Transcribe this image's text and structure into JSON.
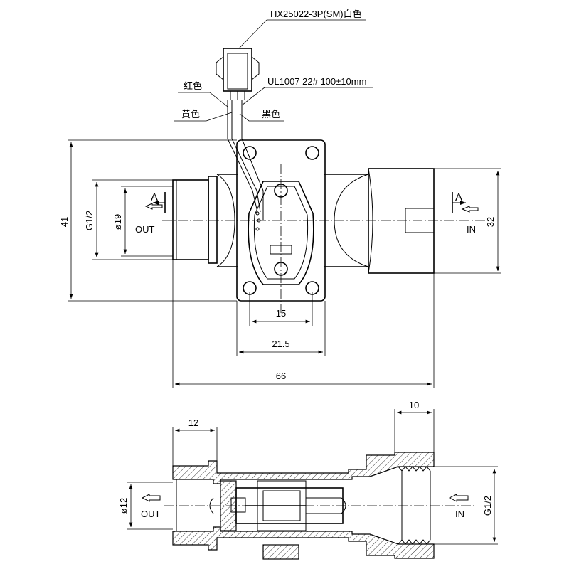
{
  "top_view": {
    "connector_label": "HX25022-3P(SM)白色",
    "cable_label": "UL1007 22# 100±10mm",
    "wire_red": "红色",
    "wire_yellow": "黄色",
    "wire_black": "黑色",
    "dim_total_height": "41",
    "dim_inlet_height": "32",
    "dim_thread_out": "G1/2",
    "dim_diameter_out": "ø19",
    "dim_width_15": "15",
    "dim_width_21_5": "21.5",
    "dim_length_66": "66",
    "label_out": "OUT",
    "label_in": "IN",
    "section_a_left": "A",
    "section_a_right": "A"
  },
  "section_view": {
    "dim_12": "12",
    "dim_10": "10",
    "dim_diameter_12": "ø12",
    "dim_thread_in": "G1/2",
    "label_out": "OUT",
    "label_in": "IN"
  }
}
